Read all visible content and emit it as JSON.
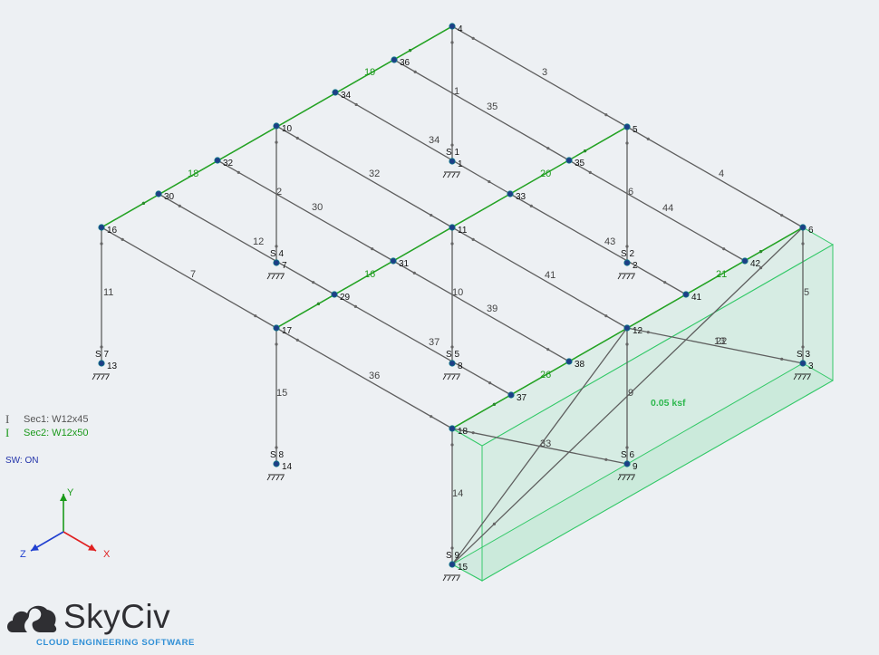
{
  "legend": {
    "sec1": {
      "label": "Sec1: W12x45",
      "color": "#555555"
    },
    "sec2": {
      "label": "Sec2: W12x50",
      "color": "#1c9a1c"
    }
  },
  "self_weight": "SW: ON",
  "axes": {
    "x": "X",
    "y": "Y",
    "z": "Z",
    "x_color": "#e02020",
    "y_color": "#1a9a1a",
    "z_color": "#2040d0"
  },
  "logo": {
    "name": "SkyCiv",
    "tagline": "CLOUD ENGINEERING SOFTWARE"
  },
  "pressure_label": "0.05 ksf",
  "supports": [
    "S 1",
    "S 2",
    "S 3",
    "S 4",
    "S 5",
    "S 6",
    "S 7",
    "S 8",
    "S 9"
  ],
  "node_numbers": [
    "1",
    "2",
    "3",
    "4",
    "5",
    "6",
    "7",
    "8",
    "9",
    "10",
    "11",
    "12",
    "13",
    "14",
    "15",
    "16",
    "17",
    "18",
    "29",
    "30",
    "31",
    "32",
    "33",
    "34",
    "35",
    "36",
    "37",
    "38",
    "41",
    "42"
  ],
  "member_numbers": {
    "sec1": [
      "1",
      "2",
      "3",
      "4",
      "5",
      "6",
      "7",
      "9",
      "10",
      "11",
      "12",
      "13",
      "14",
      "15",
      "22",
      "30",
      "32",
      "33",
      "34",
      "35",
      "36",
      "37",
      "39",
      "41",
      "43",
      "44"
    ],
    "sec2": [
      "16",
      "18",
      "19",
      "20",
      "21",
      "26"
    ]
  }
}
